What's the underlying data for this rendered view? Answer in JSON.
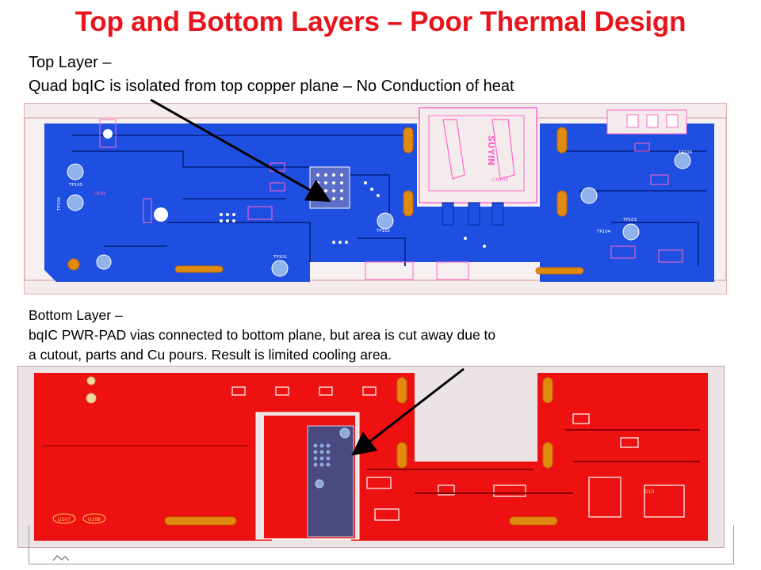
{
  "slide": {
    "title": "Top and Bottom Layers – Poor Thermal Design",
    "top_note": {
      "line1": "Top Layer –",
      "line2": "Quad bqIC is isolated from top copper plane – No Conduction of heat"
    },
    "bottom_note": {
      "line1": "Bottom Layer –",
      "line2": "bqIC PWR-PAD vias connected to bottom plane, but area is cut away due to",
      "line3": "a cutout, parts and Cu pours.  Result is limited cooling area."
    }
  },
  "pcb_top": {
    "labels": {
      "tp105": "TP105",
      "tp106": "TP106",
      "u105": "U105",
      "tp102": "TP102",
      "tp101": "TP101",
      "tp103": "TP103",
      "tp104": "TP104",
      "tp100": "TP100",
      "connector": "SUYIN",
      "cn100": "CN100"
    }
  },
  "pcb_bottom": {
    "labels": {
      "bl1": "U107",
      "bl2": "U108",
      "bl3": "D10"
    }
  },
  "colors": {
    "title": "#e8141c",
    "top_copper": "#1f4fe0",
    "bottom_copper": "#ee1111",
    "thermal_pad": "#4a4a80",
    "pad_orange": "#e08a10",
    "silkscreen": "#ff66cc"
  }
}
